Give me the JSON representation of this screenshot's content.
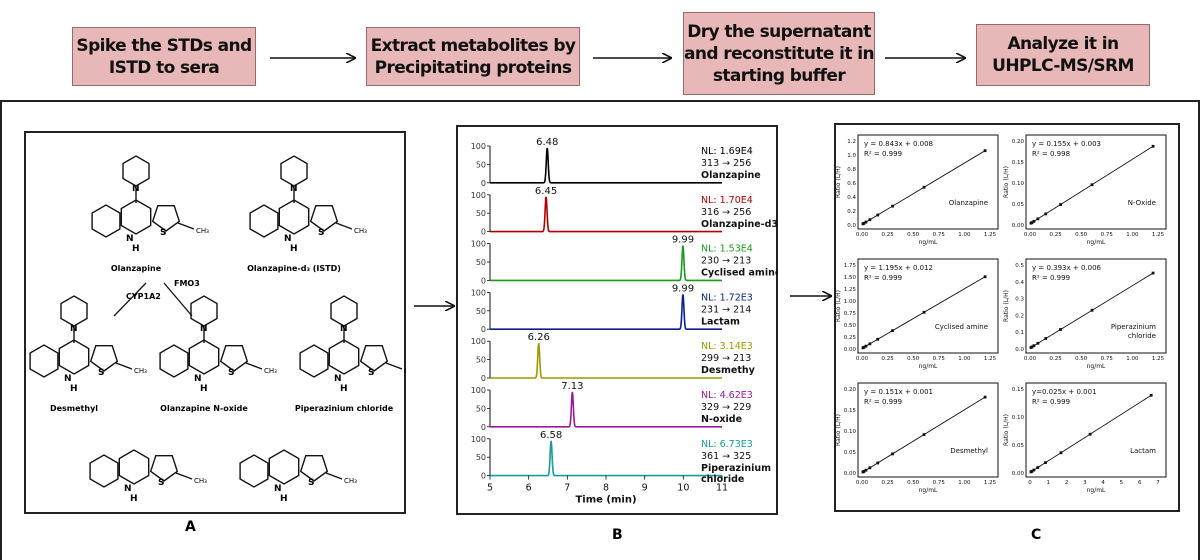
{
  "workflow": {
    "steps": [
      "Spike the STDs and\nISTD to sera",
      "Extract metabolites by\nPrecipitating proteins",
      "Dry the supernatant\nand reconstitute it in\nstarting buffer",
      "Analyze it in\nUHPLC-MS/SRM"
    ]
  },
  "panels": {
    "a": "A",
    "b": "B",
    "c": "C"
  },
  "structures": {
    "olanzapine": "Olanzapine",
    "olanzapine_d3": "Olanzapine-d₃ (ISTD)",
    "desmethyl": "Desmethyl",
    "n_oxide": "Olanzapine N-oxide",
    "piperazinium": "Piperazinium chloride",
    "lactam": "Lactam",
    "cyclized": "Cyclized amine",
    "enzyme1": "CYP1A2",
    "enzyme2": "FMO3"
  },
  "chart_data": [
    {
      "type": "line",
      "title": "",
      "xlabel": "Time (min)",
      "xlim": [
        5,
        11
      ],
      "xticks": [
        5,
        6,
        7,
        8,
        9,
        10,
        11
      ],
      "yticks": [
        0,
        50,
        100
      ],
      "traces": [
        {
          "name": "Olanzapine",
          "nl": "NL: 1.69E4",
          "transition": "313 → 256",
          "rt": 6.48,
          "rt_label": "6.48",
          "color": "#000000"
        },
        {
          "name": "Olanzapine-d3",
          "nl": "NL: 1.70E4",
          "transition": "316 → 256",
          "rt": 6.45,
          "rt_label": "6.45",
          "color": "#b00000"
        },
        {
          "name": "Cyclised amine",
          "nl": "NL: 1.53E4",
          "transition": "230 → 213",
          "rt": 9.99,
          "rt_label": "9.99",
          "color": "#1a9a1a"
        },
        {
          "name": "Lactam",
          "nl": "NL: 1.72E3",
          "transition": "231 → 214",
          "rt": 9.99,
          "rt_label": "9.99",
          "color": "#0a1f8f"
        },
        {
          "name": "Desmethy",
          "nl": "NL: 3.14E3",
          "transition": "299 → 213",
          "rt": 6.26,
          "rt_label": "6.26",
          "color": "#9a9a00"
        },
        {
          "name": "N-oxide",
          "nl": "NL: 4.62E3",
          "transition": "329 → 229",
          "rt": 7.13,
          "rt_label": "7.13",
          "color": "#9a1a9a"
        },
        {
          "name": "Piperazinium\nchloride",
          "nl": "NL: 6.73E3",
          "transition": "361 → 325",
          "rt": 6.58,
          "rt_label": "6.58",
          "color": "#1a9a9a"
        }
      ]
    },
    {
      "type": "scatter",
      "xlabel": "ng/mL",
      "ylabel": "Ratio (L/H)",
      "plots": [
        {
          "label": "Olanzapine",
          "equation": "y = 0.843x + 0.008",
          "r2": "R² = 0.999",
          "slope": 0.843,
          "intercept": 0.008,
          "xlim": [
            0,
            1.3
          ],
          "ylim": [
            0,
            1.2
          ],
          "xticks": [
            "0.00",
            "0.25",
            "0.50",
            "0.75",
            "1.00",
            "1.25"
          ],
          "yticks": [
            "0.0",
            "0.2",
            "0.4",
            "0.6",
            "0.8",
            "1.0",
            "1.2"
          ],
          "x": [
            0.01,
            0.02,
            0.04,
            0.08,
            0.16,
            0.31,
            0.63,
            1.25
          ]
        },
        {
          "label": "N-Oxide",
          "equation": "y = 0.155x + 0.003",
          "r2": "R² = 0.998",
          "slope": 0.155,
          "intercept": 0.003,
          "xlim": [
            0,
            1.3
          ],
          "ylim": [
            0,
            0.21
          ],
          "xticks": [
            "0.00",
            "0.25",
            "0.50",
            "0.75",
            "1.00",
            "1.25"
          ],
          "yticks": [
            "0.00",
            "0.05",
            "0.10",
            "0.15",
            "0.20"
          ],
          "x": [
            0.01,
            0.02,
            0.04,
            0.08,
            0.16,
            0.31,
            0.63,
            1.25
          ]
        },
        {
          "label": "Cyclised amine",
          "equation": "y = 1.195x + 0.012",
          "r2": "R² = 0.999",
          "slope": 1.195,
          "intercept": 0.012,
          "xlim": [
            0,
            1.3
          ],
          "ylim": [
            0,
            1.75
          ],
          "xticks": [
            "0.00",
            "0.25",
            "0.50",
            "0.75",
            "1.00",
            "1.25"
          ],
          "yticks": [
            "0.00",
            "0.25",
            "0.50",
            "0.75",
            "1.00",
            "1.25",
            "1.50",
            "1.75"
          ],
          "x": [
            0.01,
            0.02,
            0.04,
            0.08,
            0.16,
            0.31,
            0.63,
            1.25
          ]
        },
        {
          "label": "Piperazinium\nchloride",
          "equation": "y = 0.393x + 0.006",
          "r2": "R² = 0.999",
          "slope": 0.393,
          "intercept": 0.006,
          "xlim": [
            0,
            1.3
          ],
          "ylim": [
            0,
            0.55
          ],
          "xticks": [
            "0.00",
            "0.25",
            "0.50",
            "0.75",
            "1.00",
            "1.25"
          ],
          "yticks": [
            "0.0",
            "0.1",
            "0.2",
            "0.3",
            "0.4",
            "0.5"
          ],
          "x": [
            0.01,
            0.02,
            0.04,
            0.08,
            0.16,
            0.31,
            0.63,
            1.25
          ]
        },
        {
          "label": "Desmethyl",
          "equation": "y = 0.151x + 0.001",
          "r2": "R² = 0.999",
          "slope": 0.151,
          "intercept": 0.001,
          "xlim": [
            0,
            1.3
          ],
          "ylim": [
            0,
            0.21
          ],
          "xticks": [
            "0.00",
            "0.25",
            "0.50",
            "0.75",
            "1.00",
            "1.25"
          ],
          "yticks": [
            "0.00",
            "0.05",
            "0.10",
            "0.15",
            "0.20"
          ],
          "x": [
            0.01,
            0.02,
            0.04,
            0.08,
            0.16,
            0.31,
            0.63,
            1.25
          ]
        },
        {
          "label": "Lactam",
          "equation": "y=0.025x + 0.001",
          "r2": "R² = 0.999",
          "slope": 0.025,
          "intercept": 0.001,
          "xlim": [
            0,
            6.6
          ],
          "ylim": [
            0,
            0.17
          ],
          "xticks": [
            "0",
            "1",
            "2",
            "3",
            "4",
            "5",
            "6",
            "7"
          ],
          "yticks": [
            "0.00",
            "0.05",
            "0.10",
            "0.15"
          ],
          "x": [
            0.05,
            0.1,
            0.2,
            0.4,
            0.8,
            1.6,
            3.1,
            6.25
          ]
        }
      ]
    }
  ]
}
